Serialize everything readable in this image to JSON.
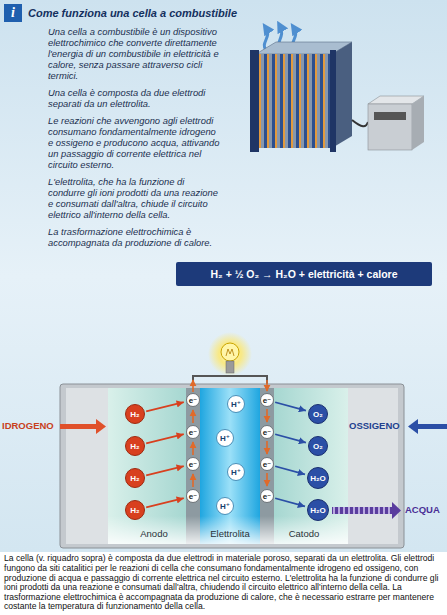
{
  "diagram": {
    "title": "Come funziona una cella a combustibile",
    "caption": "La cella (v. riquadro sopra) è composta da due elettrodi in materiale poroso, separati da un elettrolita. Gli elettrodi fungono da siti catalitici per le reazioni di cella che consumano fondamentalmente idrogeno ed ossigeno, con produzione di acqua e passaggio di corrente elettrica nel circuito esterno. L'elettrolita ha la funzione di condurre gli ioni prodotti da una reazione e consumati dall'altra, chiudendo il circuito elettrico all'interno della cella. La trasformazione elettrochimica è accompagnata da produzione di calore, che è necessario estrarre per mantenere costante la temperatura di funzionamento della cella.",
    "nodes": [
      {
        "text": [
          "Una cella a combustibile è un dispositivo elettrochimico che converte direttamente l'energia di un combustibile in elettricità e calore, senza passare attraverso cicli termici.",
          "Una cella è composta da due elettrodi separati da un elettrolita.",
          "Le reazioni che avvengono agli elettrodi consumano fondamentalmente idrogeno e ossigeno e producono acqua, attivando un passaggio di corrente elettrica nel circuito esterno.",
          "L'elettrolita, che ha la funzione di condurre gli ioni prodotti da una reazione e consumati dall'altra, chiude il circuito elettrico all'interno della cella.",
          "La trasformazione elettrochimica è accompagnata da produzione di calore."
        ]
      },
      {
        "text": [
          "H₂ + ½ O₂ → H₂O + elettricità + calore"
        ],
        "in": 0
      },
      {
        "text": [
          "Anodo"
        ],
        "in": 0
      },
      {
        "text": [
          "Elettrolita"
        ],
        "in": 0
      },
      {
        "text": [
          "Catodo"
        ],
        "in": 0
      },
      {
        "text": [
          "H₂"
        ],
        "in": 2
      },
      {
        "text": [
          "H₂"
        ],
        "in": 2
      },
      {
        "text": [
          "H₂"
        ],
        "in": 2
      },
      {
        "text": [
          "H₂"
        ],
        "in": 2
      },
      {
        "text": [
          "e⁻"
        ],
        "in": 2
      },
      {
        "text": [
          "e⁻"
        ],
        "in": 2
      },
      {
        "text": [
          "e⁻"
        ],
        "in": 2
      },
      {
        "text": [
          "e⁻"
        ],
        "in": 2
      },
      {
        "text": [
          "H⁺"
        ],
        "in": 3
      },
      {
        "text": [
          "H⁺"
        ],
        "in": 3
      },
      {
        "text": [
          "H⁺"
        ],
        "in": 3
      },
      {
        "text": [
          "H⁺"
        ],
        "in": 3
      },
      {
        "text": [
          "e⁻"
        ],
        "in": 4
      },
      {
        "text": [
          "e⁻"
        ],
        "in": 4
      },
      {
        "text": [
          "e⁻"
        ],
        "in": 4
      },
      {
        "text": [
          "e⁻"
        ],
        "in": 4
      },
      {
        "text": [
          "O₂"
        ],
        "in": 4
      },
      {
        "text": [
          "O₂"
        ],
        "in": 4
      },
      {
        "text": [
          "H₂O"
        ],
        "in": 4
      },
      {
        "text": [
          "H₂O"
        ],
        "in": 4
      }
    ],
    "edges": [
      {
        "from": 5,
        "to": 9,
        "arrow": "to"
      },
      {
        "from": 6,
        "to": 10,
        "arrow": "to"
      },
      {
        "from": 7,
        "to": 11,
        "arrow": "to"
      },
      {
        "from": 8,
        "to": 12,
        "arrow": "to"
      },
      {
        "from": 17,
        "to": 21,
        "arrow": "to"
      },
      {
        "from": 18,
        "to": 22,
        "arrow": "to"
      },
      {
        "from": 19,
        "to": 23,
        "arrow": "to"
      },
      {
        "from": 20,
        "to": 24,
        "arrow": "to"
      }
    ],
    "labels": [
      "i",
      "IDROGENO",
      "OSSIGENO",
      "ACQUA"
    ]
  }
}
